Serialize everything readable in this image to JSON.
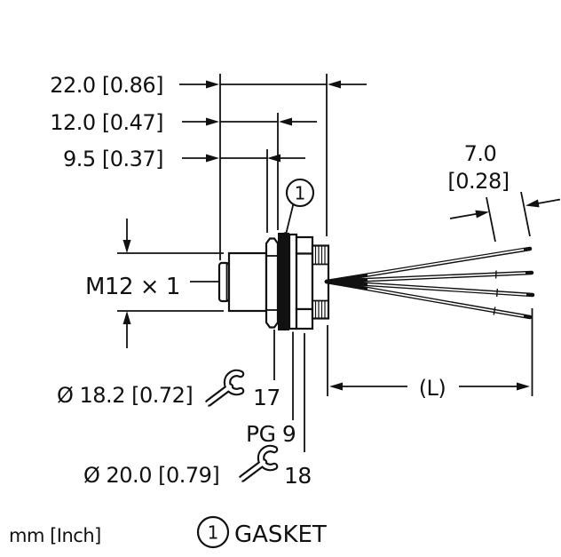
{
  "dimensions": {
    "overall": "22.0 [0.86]",
    "front_to_gasket": "12.0 [0.47]",
    "thread_length": "9.5 [0.37]",
    "wire_strip_mm": "7.0",
    "wire_strip_inch": "[0.28]",
    "lead_length": "(L)",
    "thread_size": "M12 × 1",
    "mounting_hole_dia": "Ø 18.2 [0.72]",
    "gasket_outer_dia": "Ø 20.0 [0.79]"
  },
  "callouts": {
    "gasket_number": "1",
    "hex_nut_wrench_size": "17",
    "gland_thread": "PG 9",
    "gland_nut_wrench_size": "18"
  },
  "legend": {
    "number": "1",
    "label": "GASKET"
  },
  "footer": {
    "units": "mm [Inch]"
  },
  "icons": {
    "wrench": "wrench-icon",
    "callout_circle": "callout-circle-icon"
  },
  "colors": {
    "line": "#111111",
    "background": "#ffffff",
    "gasket_fill": "#111111"
  }
}
